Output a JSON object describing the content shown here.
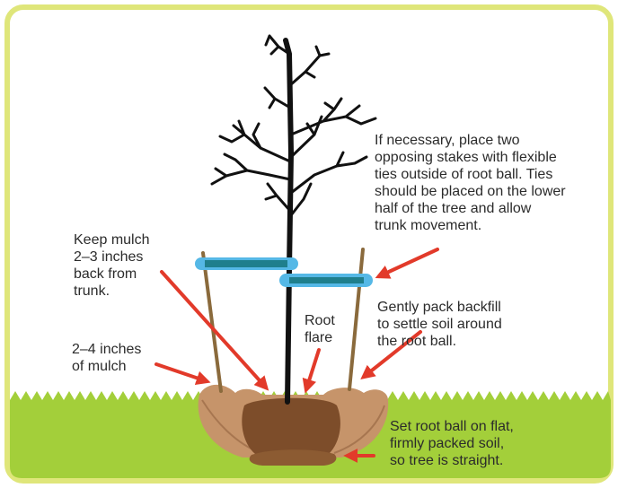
{
  "colors": {
    "frame_border": "#dfe67a",
    "grass": "#a3cf3a",
    "grass_dark": "#86b52c",
    "soil": "#c6946a",
    "root_ball": "#7d4d2a",
    "stake": "#8a6a3c",
    "tie_blue": "#55b8e6",
    "tie_dark": "#1f7f8c",
    "arrow_red": "#e23a2a",
    "trunk": "#111111"
  },
  "labels": {
    "stakes": "If necessary, place two\nopposing stakes with flexible\nties outside of root ball. Ties\nshould be placed on the lower\nhalf of the tree and allow\ntrunk movement.",
    "mulch_back": "Keep mulch\n2–3 inches\nback from\ntrunk.",
    "backfill": "Gently pack backfill\nto settle soil around\nthe root ball.",
    "root_flare": "Root\nflare",
    "mulch_depth": "2–4 inches\nof mulch",
    "root_ball_set": "Set root ball on flat,\nfirmly packed soil,\nso tree is straight."
  }
}
